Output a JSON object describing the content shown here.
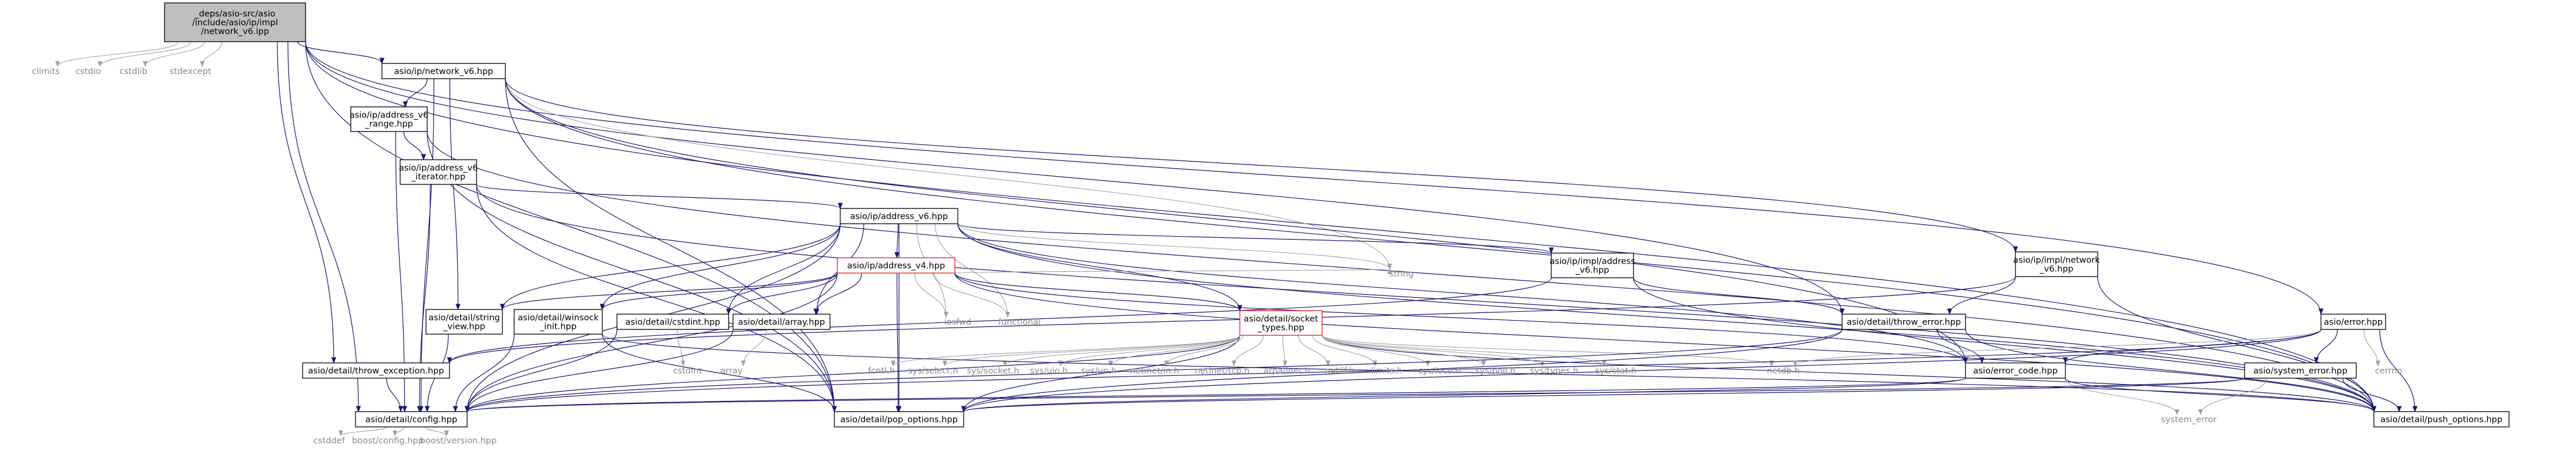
{
  "colors": {
    "edge": "#191970",
    "edge_to_system_header": "#a0a0a0",
    "root_fill": "#bfbfbf",
    "node_border": "#000000",
    "incomplete_node_border": "#e8191b",
    "system_header_text": "#8a8a8a"
  },
  "nodes": [
    {
      "id": "root",
      "lines": [
        "_deps/asio-src/asio",
        "/include/asio/ip/impl",
        "/network_v6.ipp"
      ],
      "kind": "root"
    },
    {
      "id": "climits",
      "lines": [
        "climits"
      ],
      "kind": "system"
    },
    {
      "id": "cstdio",
      "lines": [
        "cstdio"
      ],
      "kind": "system"
    },
    {
      "id": "cstdlib",
      "lines": [
        "cstdlib"
      ],
      "kind": "system"
    },
    {
      "id": "stdexcept",
      "lines": [
        "stdexcept"
      ],
      "kind": "system"
    },
    {
      "id": "network_v6_hpp",
      "lines": [
        "asio/ip/network_v6.hpp"
      ],
      "kind": "file"
    },
    {
      "id": "addr_v6_range",
      "lines": [
        "asio/ip/address_v6",
        "_range.hpp"
      ],
      "kind": "file"
    },
    {
      "id": "addr_v6_iter",
      "lines": [
        "asio/ip/address_v6",
        "_iterator.hpp"
      ],
      "kind": "file"
    },
    {
      "id": "addr_v6",
      "lines": [
        "asio/ip/address_v6.hpp"
      ],
      "kind": "file"
    },
    {
      "id": "addr_v4",
      "lines": [
        "asio/ip/address_v4.hpp"
      ],
      "kind": "incomplete"
    },
    {
      "id": "impl_addr_v6",
      "lines": [
        "asio/ip/impl/address",
        "_v6.hpp"
      ],
      "kind": "file"
    },
    {
      "id": "impl_net_v6",
      "lines": [
        "asio/ip/impl/network",
        "_v6.hpp"
      ],
      "kind": "file"
    },
    {
      "id": "socket_types",
      "lines": [
        "asio/detail/socket",
        "_types.hpp"
      ],
      "kind": "incomplete"
    },
    {
      "id": "throw_error",
      "lines": [
        "asio/detail/throw_error.hpp"
      ],
      "kind": "file"
    },
    {
      "id": "error_hpp",
      "lines": [
        "asio/error.hpp"
      ],
      "kind": "file"
    },
    {
      "id": "string_view",
      "lines": [
        "asio/detail/string",
        "_view.hpp"
      ],
      "kind": "file"
    },
    {
      "id": "winsock_init",
      "lines": [
        "asio/detail/winsock",
        "_init.hpp"
      ],
      "kind": "file"
    },
    {
      "id": "cstdint_hpp",
      "lines": [
        "asio/detail/cstdint.hpp"
      ],
      "kind": "file"
    },
    {
      "id": "array_hpp",
      "lines": [
        "asio/detail/array.hpp"
      ],
      "kind": "file"
    },
    {
      "id": "throw_exception",
      "lines": [
        "asio/detail/throw_exception.hpp"
      ],
      "kind": "file"
    },
    {
      "id": "config_hpp",
      "lines": [
        "asio/detail/config.hpp"
      ],
      "kind": "file"
    },
    {
      "id": "pop_options",
      "lines": [
        "asio/detail/pop_options.hpp"
      ],
      "kind": "file"
    },
    {
      "id": "push_options",
      "lines": [
        "asio/detail/push_options.hpp"
      ],
      "kind": "file"
    },
    {
      "id": "error_code",
      "lines": [
        "asio/error_code.hpp"
      ],
      "kind": "file"
    },
    {
      "id": "system_error_hpp",
      "lines": [
        "asio/system_error.hpp"
      ],
      "kind": "file"
    },
    {
      "id": "string",
      "lines": [
        "string"
      ],
      "kind": "system"
    },
    {
      "id": "iosfwd",
      "lines": [
        "iosfwd"
      ],
      "kind": "system"
    },
    {
      "id": "functional",
      "lines": [
        "functional"
      ],
      "kind": "system"
    },
    {
      "id": "cstdint",
      "lines": [
        "cstdint"
      ],
      "kind": "system"
    },
    {
      "id": "array",
      "lines": [
        "array"
      ],
      "kind": "system"
    },
    {
      "id": "fcntl_h",
      "lines": [
        "fcntl.h"
      ],
      "kind": "system"
    },
    {
      "id": "sys_select_h",
      "lines": [
        "sys/select.h"
      ],
      "kind": "system"
    },
    {
      "id": "sys_socket_h",
      "lines": [
        "sys/socket.h"
      ],
      "kind": "system"
    },
    {
      "id": "sys_uio_h",
      "lines": [
        "sys/uio.h"
      ],
      "kind": "system"
    },
    {
      "id": "sys_un_h",
      "lines": [
        "sys/un.h"
      ],
      "kind": "system"
    },
    {
      "id": "netinet_in_h",
      "lines": [
        "netinet/in.h"
      ],
      "kind": "system"
    },
    {
      "id": "netinet_tcp_h",
      "lines": [
        "netinet/tcp.h"
      ],
      "kind": "system"
    },
    {
      "id": "arpa_inet_h",
      "lines": [
        "arpa/inet.h"
      ],
      "kind": "system"
    },
    {
      "id": "net_if_h",
      "lines": [
        "net/if.h"
      ],
      "kind": "system"
    },
    {
      "id": "limits_h",
      "lines": [
        "limits.h"
      ],
      "kind": "system"
    },
    {
      "id": "sys_ioctl_h",
      "lines": [
        "sys/ioctl.h"
      ],
      "kind": "system"
    },
    {
      "id": "sys_poll_h",
      "lines": [
        "sys/poll.h"
      ],
      "kind": "system"
    },
    {
      "id": "sys_types_h",
      "lines": [
        "sys/types.h"
      ],
      "kind": "system"
    },
    {
      "id": "sys_stat_h",
      "lines": [
        "sys/stat.h"
      ],
      "kind": "system"
    },
    {
      "id": "netdb_h",
      "lines": [
        "netdb.h"
      ],
      "kind": "system"
    },
    {
      "id": "cerrno",
      "lines": [
        "cerrno"
      ],
      "kind": "system"
    },
    {
      "id": "system_error",
      "lines": [
        "system_error"
      ],
      "kind": "system"
    },
    {
      "id": "cstddef",
      "lines": [
        "cstddef"
      ],
      "kind": "system"
    },
    {
      "id": "boost_config",
      "lines": [
        "boost/config.hpp"
      ],
      "kind": "system"
    },
    {
      "id": "boost_version",
      "lines": [
        "boost/version.hpp"
      ],
      "kind": "system"
    }
  ],
  "edges": [
    [
      "root",
      "climits"
    ],
    [
      "root",
      "cstdio"
    ],
    [
      "root",
      "cstdlib"
    ],
    [
      "root",
      "stdexcept"
    ],
    [
      "root",
      "network_v6_hpp"
    ],
    [
      "root",
      "throw_error"
    ],
    [
      "root",
      "error_hpp"
    ],
    [
      "root",
      "throw_exception"
    ],
    [
      "root",
      "config_hpp"
    ],
    [
      "root",
      "pop_options"
    ],
    [
      "root",
      "push_options"
    ],
    [
      "network_v6_hpp",
      "addr_v6_range"
    ],
    [
      "network_v6_hpp",
      "impl_net_v6"
    ],
    [
      "network_v6_hpp",
      "string"
    ],
    [
      "network_v6_hpp",
      "string_view"
    ],
    [
      "network_v6_hpp",
      "config_hpp"
    ],
    [
      "network_v6_hpp",
      "pop_options"
    ],
    [
      "network_v6_hpp",
      "push_options"
    ],
    [
      "network_v6_hpp",
      "error_code"
    ],
    [
      "addr_v6_range",
      "addr_v6_iter"
    ],
    [
      "addr_v6_range",
      "config_hpp"
    ],
    [
      "addr_v6_range",
      "pop_options"
    ],
    [
      "addr_v6_range",
      "push_options"
    ],
    [
      "addr_v6_iter",
      "addr_v6"
    ],
    [
      "addr_v6_iter",
      "config_hpp"
    ],
    [
      "addr_v6_iter",
      "pop_options"
    ],
    [
      "addr_v6_iter",
      "push_options"
    ],
    [
      "addr_v6",
      "addr_v4"
    ],
    [
      "addr_v6",
      "impl_addr_v6"
    ],
    [
      "addr_v6",
      "socket_types"
    ],
    [
      "addr_v6",
      "string_view"
    ],
    [
      "addr_v6",
      "winsock_init"
    ],
    [
      "addr_v6",
      "array_hpp"
    ],
    [
      "addr_v6",
      "cstdint_hpp"
    ],
    [
      "addr_v6",
      "string"
    ],
    [
      "addr_v6",
      "iosfwd"
    ],
    [
      "addr_v6",
      "functional"
    ],
    [
      "addr_v6",
      "config_hpp"
    ],
    [
      "addr_v6",
      "pop_options"
    ],
    [
      "addr_v6",
      "push_options"
    ],
    [
      "addr_v6",
      "error_code"
    ],
    [
      "addr_v4",
      "socket_types"
    ],
    [
      "addr_v4",
      "string_view"
    ],
    [
      "addr_v4",
      "winsock_init"
    ],
    [
      "addr_v4",
      "array_hpp"
    ],
    [
      "addr_v4",
      "cstdint_hpp"
    ],
    [
      "addr_v4",
      "string"
    ],
    [
      "addr_v4",
      "iosfwd"
    ],
    [
      "addr_v4",
      "functional"
    ],
    [
      "addr_v4",
      "config_hpp"
    ],
    [
      "addr_v4",
      "pop_options"
    ],
    [
      "addr_v4",
      "push_options"
    ],
    [
      "addr_v4",
      "error_code"
    ],
    [
      "impl_addr_v6",
      "throw_error"
    ],
    [
      "impl_addr_v6",
      "throw_exception"
    ],
    [
      "impl_addr_v6",
      "push_options"
    ],
    [
      "impl_net_v6",
      "throw_error"
    ],
    [
      "impl_net_v6",
      "throw_exception"
    ],
    [
      "impl_net_v6",
      "push_options"
    ],
    [
      "socket_types",
      "config_hpp"
    ],
    [
      "socket_types",
      "pop_options"
    ],
    [
      "socket_types",
      "push_options"
    ],
    [
      "socket_types",
      "fcntl_h"
    ],
    [
      "socket_types",
      "sys_select_h"
    ],
    [
      "socket_types",
      "sys_socket_h"
    ],
    [
      "socket_types",
      "sys_uio_h"
    ],
    [
      "socket_types",
      "sys_un_h"
    ],
    [
      "socket_types",
      "netinet_in_h"
    ],
    [
      "socket_types",
      "netinet_tcp_h"
    ],
    [
      "socket_types",
      "arpa_inet_h"
    ],
    [
      "socket_types",
      "net_if_h"
    ],
    [
      "socket_types",
      "limits_h"
    ],
    [
      "socket_types",
      "sys_ioctl_h"
    ],
    [
      "socket_types",
      "sys_poll_h"
    ],
    [
      "socket_types",
      "sys_types_h"
    ],
    [
      "socket_types",
      "sys_stat_h"
    ],
    [
      "socket_types",
      "netdb_h"
    ],
    [
      "throw_error",
      "config_hpp"
    ],
    [
      "throw_error",
      "error_code"
    ],
    [
      "throw_error",
      "pop_options"
    ],
    [
      "throw_error",
      "push_options"
    ],
    [
      "error_hpp",
      "config_hpp"
    ],
    [
      "error_hpp",
      "cerrno"
    ],
    [
      "error_hpp",
      "netdb_h"
    ],
    [
      "error_hpp",
      "error_code"
    ],
    [
      "error_hpp",
      "system_error_hpp"
    ],
    [
      "error_hpp",
      "pop_options"
    ],
    [
      "error_hpp",
      "push_options"
    ],
    [
      "string_view",
      "config_hpp"
    ],
    [
      "winsock_init",
      "config_hpp"
    ],
    [
      "winsock_init",
      "pop_options"
    ],
    [
      "winsock_init",
      "push_options"
    ],
    [
      "cstdint_hpp",
      "config_hpp"
    ],
    [
      "cstdint_hpp",
      "cstdint"
    ],
    [
      "array_hpp",
      "config_hpp"
    ],
    [
      "array_hpp",
      "array"
    ],
    [
      "throw_exception",
      "config_hpp"
    ],
    [
      "config_hpp",
      "cstddef"
    ],
    [
      "config_hpp",
      "boost_config"
    ],
    [
      "config_hpp",
      "boost_version"
    ],
    [
      "error_code",
      "config_hpp"
    ],
    [
      "error_code",
      "system_error"
    ],
    [
      "error_code",
      "pop_options"
    ],
    [
      "error_code",
      "push_options"
    ],
    [
      "system_error_hpp",
      "config_hpp"
    ],
    [
      "system_error_hpp",
      "system_error"
    ],
    [
      "system_error_hpp",
      "pop_options"
    ],
    [
      "system_error_hpp",
      "push_options"
    ]
  ]
}
